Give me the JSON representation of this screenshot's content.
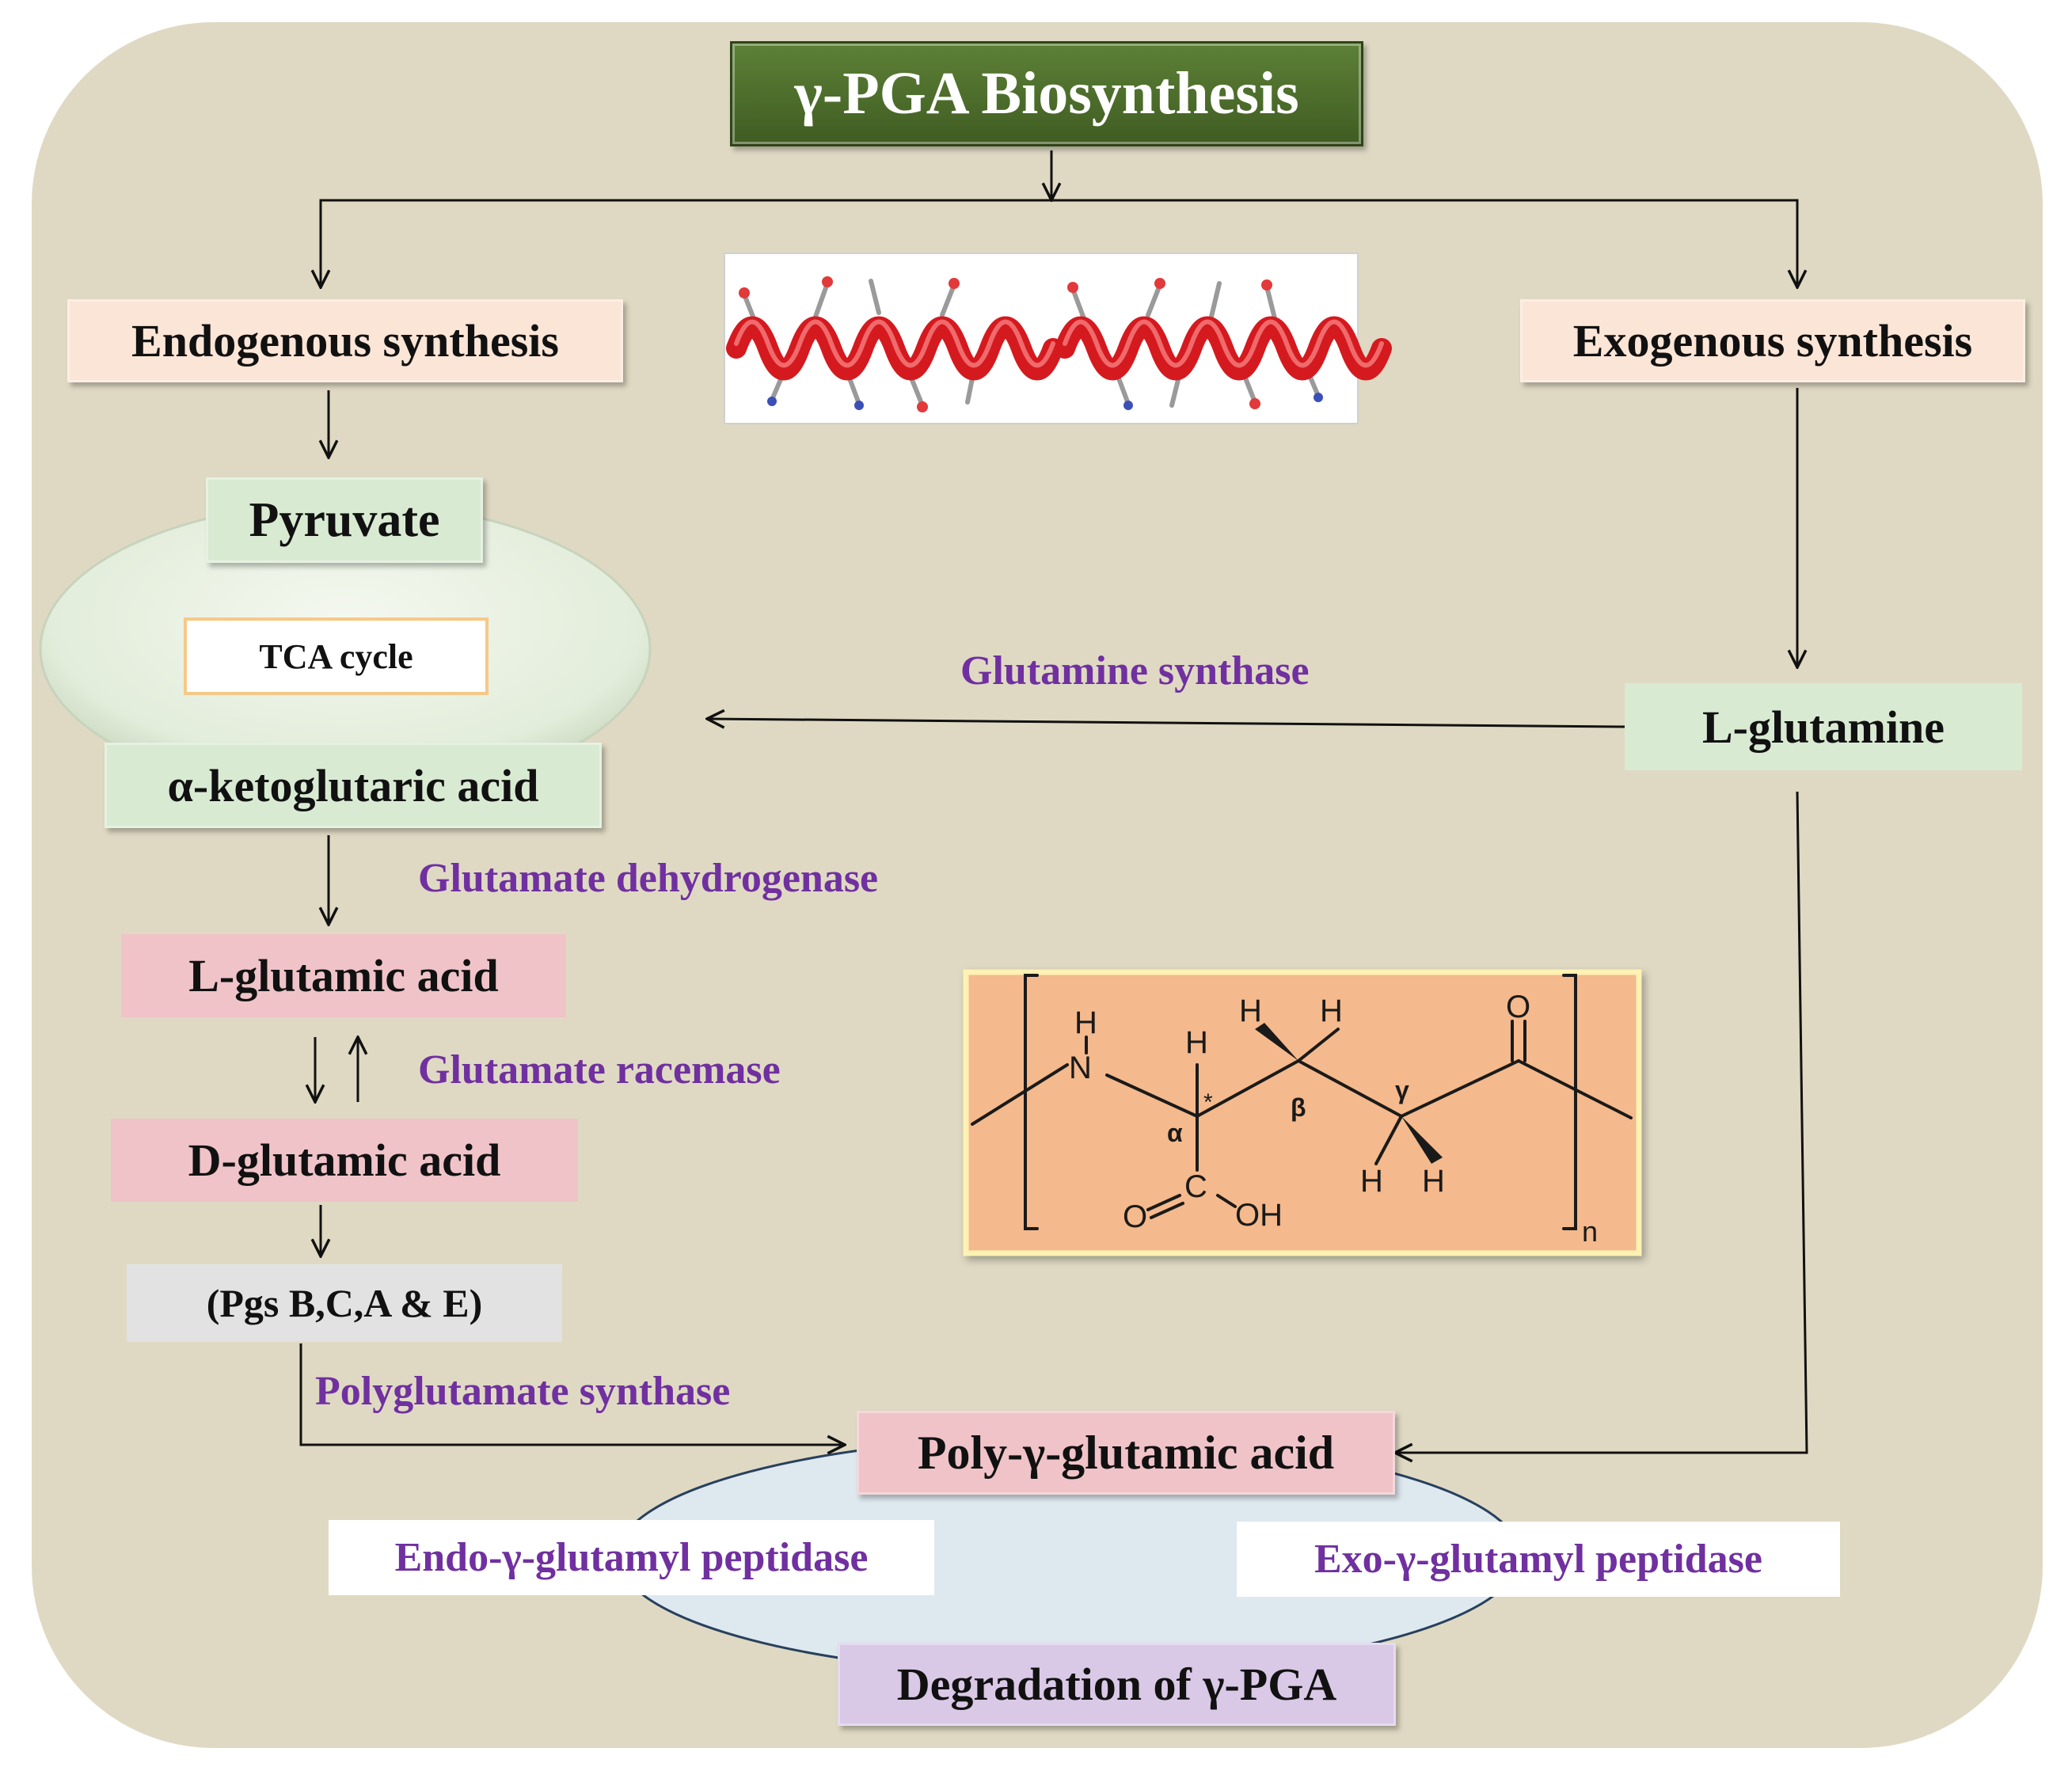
{
  "title": "γ-PGA Biosynthesis",
  "routes": {
    "endogenous": "Endogenous synthesis",
    "exogenous": "Exogenous synthesis"
  },
  "nodes": {
    "pyruvate": "Pyruvate",
    "tca_cycle": "TCA cycle",
    "alpha_ketoglutaric": "α-ketoglutaric acid",
    "l_glutamic": "L-glutamic acid",
    "d_glutamic": "D-glutamic acid",
    "pgs": "(Pgs B,C,A & E)",
    "l_glutamine": "L-glutamine",
    "poly_gamma": "Poly-γ-glutamic acid",
    "degradation": "Degradation of γ-PGA"
  },
  "enzymes": {
    "glutamine_synthase": "Glutamine  synthase",
    "glutamate_dehydrogenase": "Glutamate  dehydrogenase",
    "glutamate_racemase": "Glutamate  racemase",
    "polyglutamate_synthase": "Polyglutamate  synthase",
    "endo_peptidase": "Endo-γ-glutamyl  peptidase",
    "exo_peptidase": "Exo-γ-glutamyl  peptidase"
  },
  "structure_labels": {
    "h": "H",
    "n": "N",
    "o": "O",
    "c": "C",
    "oh": "OH",
    "alpha": "α",
    "beta": "β",
    "gamma": "γ",
    "star": "*",
    "n_sub": "n"
  },
  "colors": {
    "background": "#dfd9c3",
    "title_box": "#4e6f2c",
    "route_box": "#fbe5d6",
    "green_box": "#d9ead3",
    "pink_box": "#efc3c8",
    "grey_box": "#e2e2e2",
    "structure_box": "#f4b98c",
    "structure_border": "#fff2b3",
    "degradation_ellipse": "#dee8ef",
    "degradation_box": "#d9c8e6",
    "enzyme_text": "#7030a0"
  }
}
